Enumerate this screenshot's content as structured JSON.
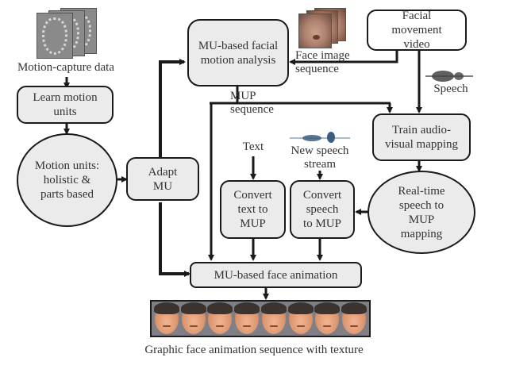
{
  "diagram": {
    "nodes": {
      "learn_mu": "Learn motion units",
      "motion_units": "Motion units: holistic & parts based",
      "adapt_mu": "Adapt MU",
      "mu_analysis": "MU-based facial motion analysis",
      "facial_video": "Facial movement video",
      "train_av": "Train audio-visual mapping",
      "realtime": "Real-time speech to MUP mapping",
      "convert_text": "Convert text to MUP",
      "convert_speech": "Convert speech to MUP",
      "face_animation": "MU-based face animation"
    },
    "labels": {
      "mocap_data": "Motion-capture data",
      "face_image_sequence": "Face image\nsequence",
      "speech": "Speech",
      "mup_sequence": "MUP\nsequence",
      "text": "Text",
      "new_speech_stream": "New speech\nstream",
      "caption": "Graphic face animation sequence with texture"
    },
    "animation_frame_count": 8,
    "colors": {
      "node_fill": "#ebebeb",
      "line": "#1a1a1a",
      "strip_bg": "#7f7f85",
      "waveform": "#3c5f80"
    }
  }
}
